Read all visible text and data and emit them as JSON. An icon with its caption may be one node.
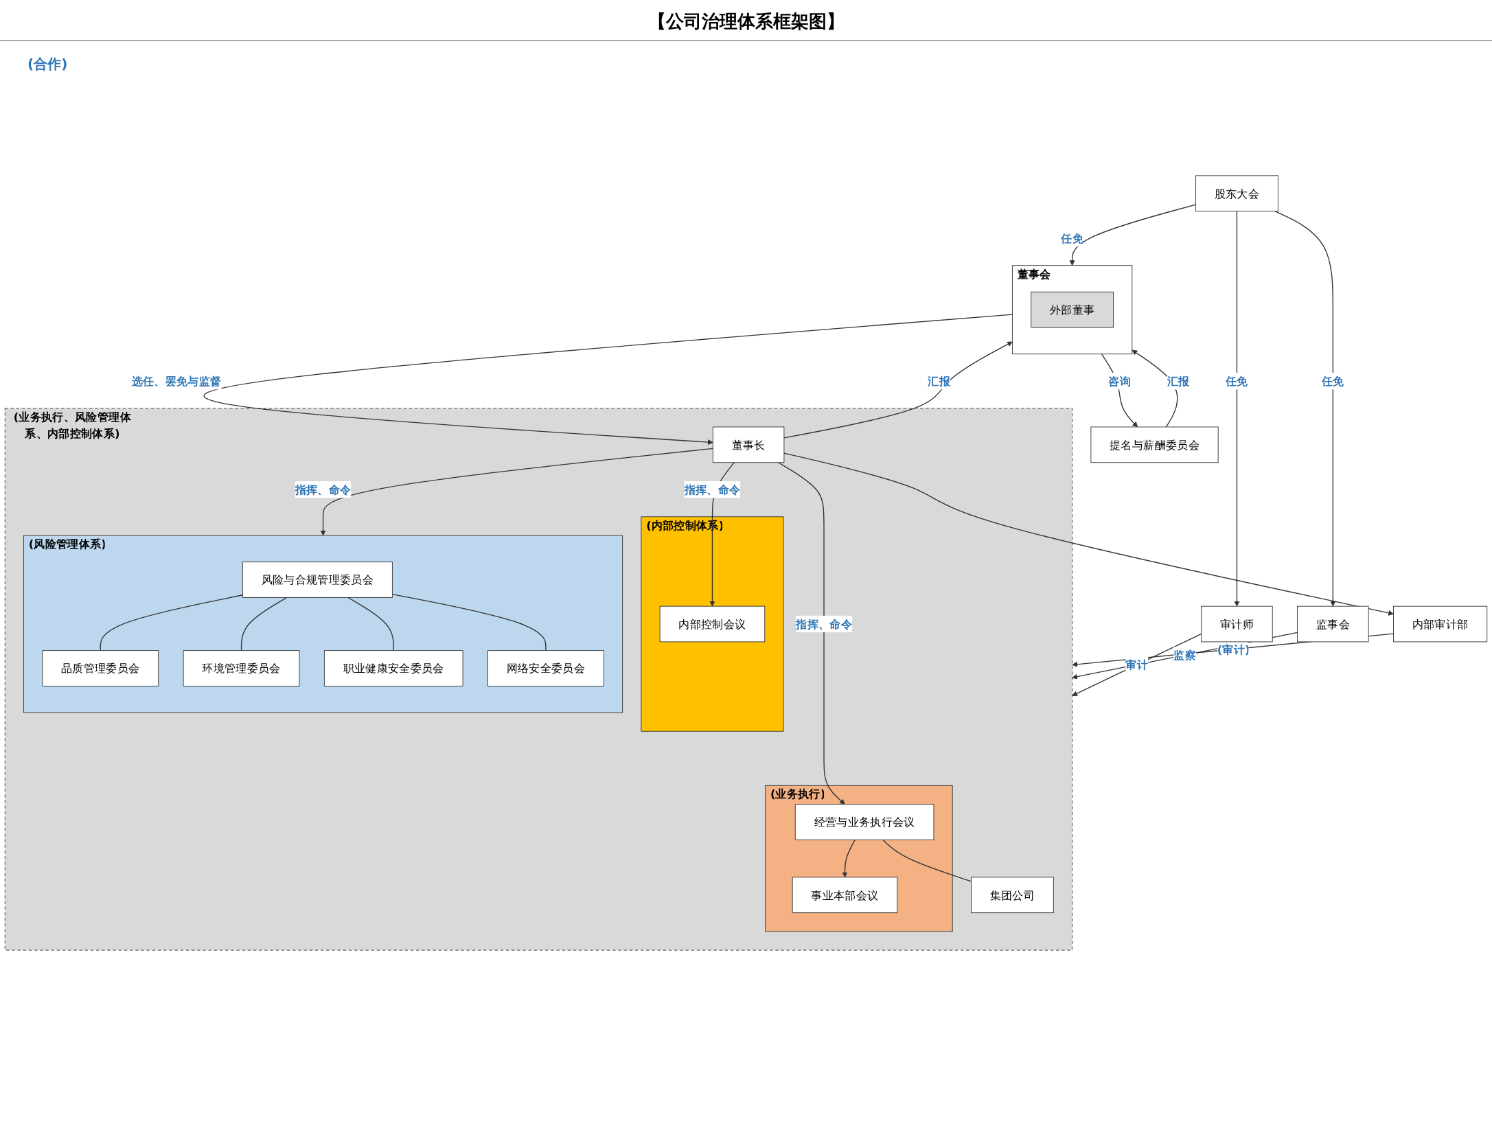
{
  "diagram": {
    "title": "【公司治理体系框架图】",
    "nodes": [
      {
        "text": [
          "股东大会"
        ]
      },
      {
        "text": [
          "审计师"
        ]
      },
      {
        "text": [
          "监事会"
        ]
      },
      {
        "text": [
          "董事会"
        ]
      },
      {
        "text": [
          "外部董事"
        ],
        "in": 3
      },
      {
        "text": [
          "提名与薪酬委员会"
        ]
      },
      {
        "text": [
          "(业务执行、风险管理体系、内部控制体系)"
        ]
      },
      {
        "text": [
          "董事长"
        ],
        "in": 6
      },
      {
        "text": [
          "(内部控制体系)"
        ],
        "in": 6
      },
      {
        "text": [
          "内部控制会议"
        ],
        "in": 8
      },
      {
        "text": [
          "(风险管理体系)"
        ],
        "in": 6
      },
      {
        "text": [
          "风险与合规管理委员会"
        ],
        "in": 10
      },
      {
        "text": [
          "品质管理委员会"
        ],
        "in": 10
      },
      {
        "text": [
          "环境管理委员会"
        ],
        "in": 10
      },
      {
        "text": [
          "职业健康安全委员会"
        ],
        "in": 10
      },
      {
        "text": [
          "网络安全委员会"
        ],
        "in": 10
      },
      {
        "text": [
          "(业务执行)"
        ],
        "in": 6
      },
      {
        "text": [
          "经营与业务执行会议"
        ],
        "in": 16
      },
      {
        "text": [
          "事业本部会议"
        ],
        "in": 16
      },
      {
        "text": [
          "集团公司"
        ],
        "in": 6
      },
      {
        "text": [
          "内部审计部"
        ]
      }
    ],
    "edges": [
      {
        "from": 0,
        "to": 1,
        "arrow": "to",
        "label": "任免"
      },
      {
        "from": 0,
        "to": 2,
        "arrow": "to",
        "label": "任免"
      },
      {
        "from": 0,
        "to": 3,
        "arrow": "to",
        "label": "任免"
      },
      {
        "from": 3,
        "to": 5,
        "arrow": "to",
        "label": "咨询"
      },
      {
        "from": 5,
        "to": 3,
        "arrow": "to",
        "label": "汇报"
      },
      {
        "from": 1,
        "to": 6,
        "arrow": "to",
        "label": "审计"
      },
      {
        "from": 2,
        "to": 6,
        "arrow": "to",
        "label": "监察"
      },
      {
        "from": 3,
        "to": 7,
        "arrow": "to",
        "label": "选任、罢免与监督"
      },
      {
        "from": 7,
        "to": 3,
        "arrow": "to",
        "label": "汇报"
      },
      {
        "from": 7,
        "to": 20,
        "arrow": "to"
      },
      {
        "from": 7,
        "to": 9,
        "arrow": "to",
        "label": "指挥、命令"
      },
      {
        "from": 7,
        "to": 10,
        "arrow": "to",
        "label": "指挥、命令"
      },
      {
        "from": 7,
        "to": 17,
        "arrow": "to",
        "label": "指挥、命令"
      },
      {
        "from": 11,
        "to": 12,
        "arrow": "none"
      },
      {
        "from": 11,
        "to": 13,
        "arrow": "none"
      },
      {
        "from": 11,
        "to": 14,
        "arrow": "none"
      },
      {
        "from": 11,
        "to": 15,
        "arrow": "none"
      },
      {
        "from": 17,
        "to": 18,
        "arrow": "to"
      },
      {
        "from": 17,
        "to": 19,
        "arrow": "none"
      },
      {
        "from": 20,
        "to": 6,
        "arrow": "to",
        "label": "(审计)"
      }
    ],
    "labels": [
      "(合作)"
    ]
  }
}
